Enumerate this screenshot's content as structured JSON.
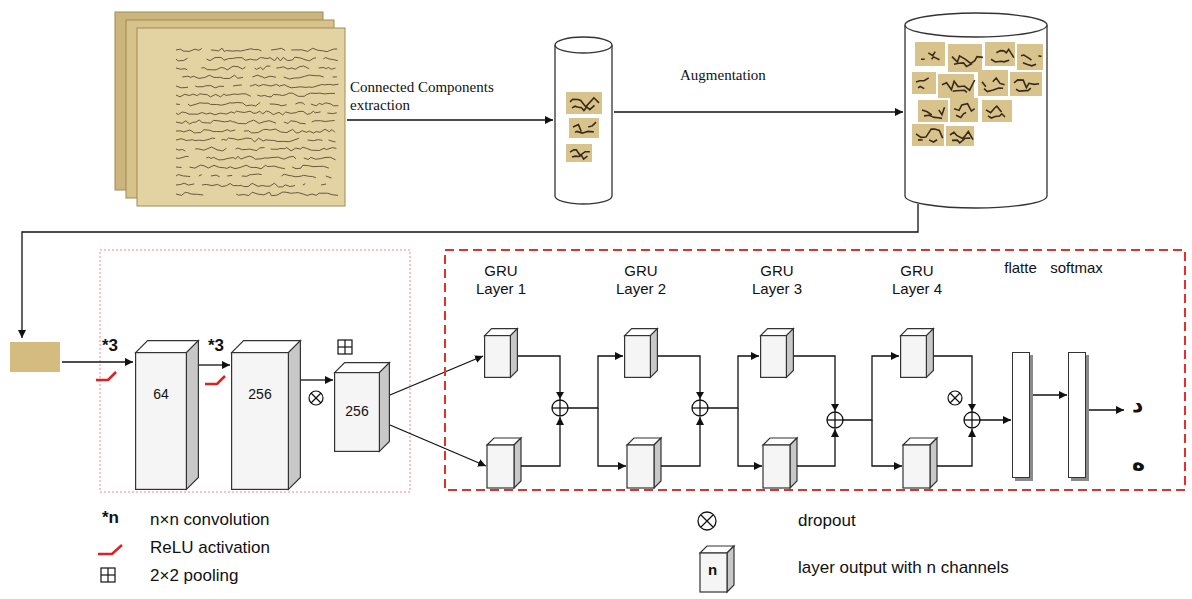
{
  "diagram": {
    "nodes": [
      {
        "text": [
          "64"
        ]
      },
      {
        "text": [
          "256"
        ]
      },
      {
        "text": [
          "256"
        ]
      },
      {
        "text": [
          "GRU Layer 1"
        ]
      },
      {
        "text": [
          "GRU Layer 2"
        ]
      },
      {
        "text": [
          "GRU Layer 3"
        ]
      },
      {
        "text": [
          "GRU Layer 4"
        ]
      },
      {
        "text": [
          "flatte"
        ]
      },
      {
        "text": [
          "softmax"
        ]
      }
    ],
    "edges": [
      {
        "from": 0,
        "to": 1,
        "arrow": "to"
      },
      {
        "from": 1,
        "to": 2,
        "arrow": "to"
      },
      {
        "from": 2,
        "to": 3,
        "arrow": "to"
      },
      {
        "from": 3,
        "to": 4,
        "arrow": "to"
      },
      {
        "from": 4,
        "to": 5,
        "arrow": "to"
      },
      {
        "from": 5,
        "to": 6,
        "arrow": "to"
      },
      {
        "from": 6,
        "to": 7,
        "arrow": "to"
      },
      {
        "from": 7,
        "to": 8,
        "arrow": "to"
      }
    ],
    "labels": [
      "Connected Components extraction",
      "Augmentation",
      "*3",
      "*3",
      "د",
      "ه",
      "*n",
      "n"
    ],
    "legend": [
      {
        "text": "n×n convolution"
      },
      {
        "text": "ReLU activation"
      },
      {
        "text": "2×2 pooling"
      },
      {
        "text": "dropout"
      },
      {
        "text": "layer output with n channels"
      }
    ]
  }
}
